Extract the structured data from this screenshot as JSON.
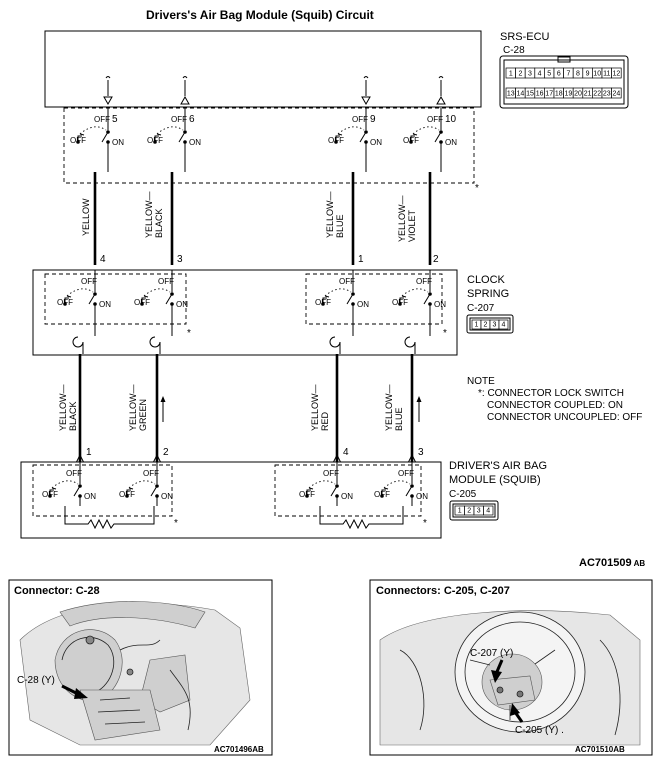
{
  "title": "Drivers's Air Bag Module (Squib) Circuit",
  "srs_ecu": {
    "name": "SRS-ECU",
    "connector": "C-28",
    "pins_top": [
      "1",
      "2",
      "3",
      "4",
      "5",
      "6",
      "7",
      "8",
      "9",
      "10",
      "11",
      "12"
    ],
    "pins_bottom": [
      "13",
      "14",
      "15",
      "16",
      "17",
      "18",
      "19",
      "20",
      "21",
      "22",
      "23",
      "24"
    ],
    "terminals": [
      "5",
      "6",
      "9",
      "10"
    ]
  },
  "switch_labels": {
    "off": "OFF",
    "on": "ON"
  },
  "asterisk": "*",
  "upper_wires": [
    {
      "pin_top": "5",
      "line1": "YELLOW",
      "line2": "",
      "pin_bottom": "4"
    },
    {
      "pin_top": "6",
      "line1": "YELLOW—",
      "line2": "BLACK",
      "pin_bottom": "3"
    },
    {
      "pin_top": "9",
      "line1": "YELLOW—",
      "line2": "BLUE",
      "pin_bottom": "1"
    },
    {
      "pin_top": "10",
      "line1": "YELLOW—",
      "line2": "VIOLET",
      "pin_bottom": "2"
    }
  ],
  "clock_spring": {
    "name_line1": "CLOCK",
    "name_line2": "SPRING",
    "connector": "C-207",
    "pins": [
      "1",
      "2",
      "3",
      "4"
    ]
  },
  "note": {
    "heading": "NOTE",
    "line1": "*: CONNECTOR LOCK SWITCH",
    "line2": "CONNECTOR COUPLED: ON",
    "line3": "CONNECTOR UNCOUPLED: OFF"
  },
  "lower_wires": [
    {
      "line1": "YELLOW—",
      "line2": "BLACK",
      "pin": "1"
    },
    {
      "line1": "YELLOW—",
      "line2": "GREEN",
      "pin": "2"
    },
    {
      "line1": "YELLOW—",
      "line2": "RED",
      "pin": "4"
    },
    {
      "line1": "YELLOW—",
      "line2": "BLUE",
      "pin": "3"
    }
  ],
  "airbag_module": {
    "name_line1": "DRIVER'S AIR BAG",
    "name_line2": "MODULE (SQUIB)",
    "connector": "C-205",
    "pins": [
      "1",
      "2",
      "3",
      "4"
    ]
  },
  "figure_code_main": "AC701509",
  "figure_code_suffix": "AB",
  "panels": [
    {
      "title": "Connector: C-28",
      "callout": "C-28 (Y)",
      "code": "AC701496AB"
    },
    {
      "title": "Connectors: C-205, C-207",
      "callout1": "C-207 (Y)",
      "callout2": "C-205 (Y) .",
      "code": "AC701510AB"
    }
  ]
}
